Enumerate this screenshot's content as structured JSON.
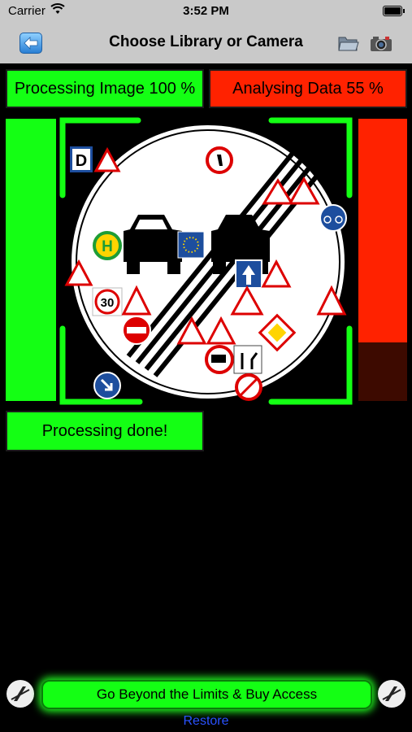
{
  "status_bar": {
    "carrier": "Carrier",
    "time": "3:52 PM"
  },
  "nav": {
    "title": "Choose Library or Camera"
  },
  "progress": {
    "processing_label": "Processing Image 100 %",
    "processing_value": 100,
    "analysing_label": "Analysing Data 55 %",
    "analysing_value": 55
  },
  "status": {
    "done_label": "Processing done!"
  },
  "footer": {
    "buy_label": "Go Beyond the Limits & Buy Access",
    "restore_label": "Restore"
  },
  "image_signs": {
    "speed_limit": "30",
    "letter_d": "D",
    "letter_h": "H"
  },
  "colors": {
    "accent_green": "#14ff14",
    "accent_red": "#ff2200",
    "link_blue": "#2a52ff",
    "nav_gray": "#c9c9c9"
  }
}
